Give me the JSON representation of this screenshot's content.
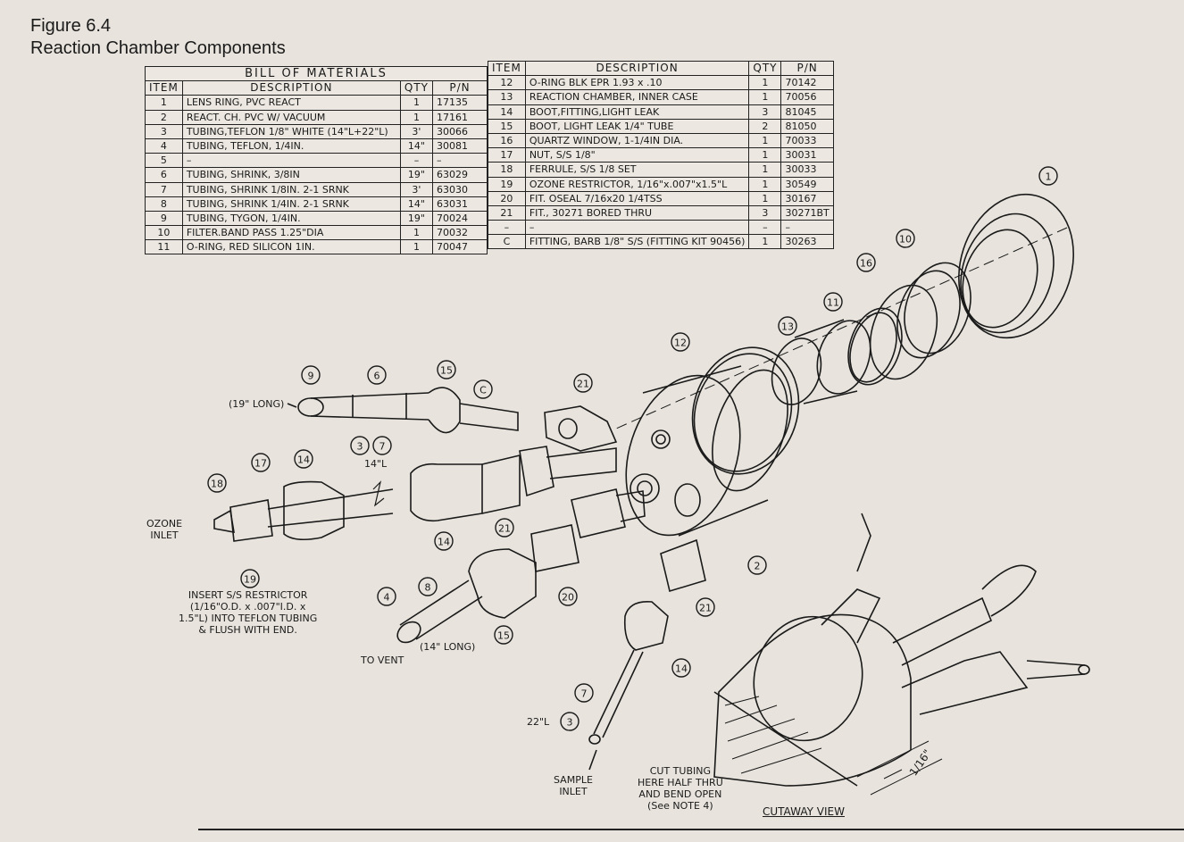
{
  "figure": {
    "number": "Figure 6.4",
    "title": "Reaction Chamber Components"
  },
  "bom_left": {
    "caption": "BILL OF MATERIALS",
    "headers": [
      "ITEM",
      "DESCRIPTION",
      "QTY",
      "P/N"
    ],
    "rows": [
      [
        "1",
        "LENS RING, PVC REACT",
        "1",
        "17135"
      ],
      [
        "2",
        "REACT. CH. PVC W/ VACUUM",
        "1",
        "17161"
      ],
      [
        "3",
        "TUBING,TEFLON 1/8\" WHITE (14\"L+22\"L)",
        "3'",
        "30066"
      ],
      [
        "4",
        "TUBING, TEFLON, 1/4IN.",
        "14\"",
        "30081"
      ],
      [
        "5",
        "–",
        "–",
        "–"
      ],
      [
        "6",
        "TUBING, SHRINK, 3/8IN",
        "19\"",
        "63029"
      ],
      [
        "7",
        "TUBING, SHRINK 1/8IN. 2-1 SRNK",
        "3'",
        "63030"
      ],
      [
        "8",
        "TUBING, SHRINK 1/4IN. 2-1 SRNK",
        "14\"",
        "63031"
      ],
      [
        "9",
        "TUBING, TYGON, 1/4IN.",
        "19\"",
        "70024"
      ],
      [
        "10",
        "FILTER.BAND PASS 1.25\"DIA",
        "1",
        "70032"
      ],
      [
        "11",
        "O-RING, RED SILICON 1IN.",
        "1",
        "70047"
      ]
    ]
  },
  "bom_right": {
    "headers": [
      "ITEM",
      "DESCRIPTION",
      "QTY",
      "P/N"
    ],
    "rows": [
      [
        "12",
        "O-RING BLK EPR 1.93 x .10",
        "1",
        "70142"
      ],
      [
        "13",
        "REACTION CHAMBER, INNER CASE",
        "1",
        "70056"
      ],
      [
        "14",
        "BOOT,FITTING,LIGHT LEAK",
        "3",
        "81045"
      ],
      [
        "15",
        "BOOT, LIGHT LEAK 1/4\" TUBE",
        "2",
        "81050"
      ],
      [
        "16",
        "QUARTZ WINDOW, 1-1/4IN DIA.",
        "1",
        "70033"
      ],
      [
        "17",
        "NUT, S/S 1/8\"",
        "1",
        "30031"
      ],
      [
        "18",
        "FERRULE, S/S 1/8 SET",
        "1",
        "30033"
      ],
      [
        "19",
        "OZONE RESTRICTOR, 1/16\"x.007\"x1.5\"L",
        "1",
        "30549"
      ],
      [
        "20",
        "FIT. OSEAL 7/16x20 1/4TSS",
        "1",
        "30167"
      ],
      [
        "21",
        "FIT., 30271 BORED THRU",
        "3",
        "30271BT"
      ],
      [
        "–",
        "–",
        "–",
        "–"
      ],
      [
        "C",
        "FITTING, BARB 1/8\" S/S (FITTING KIT 90456)",
        "1",
        "30263"
      ]
    ]
  },
  "callouts": {
    "bubbles": [
      "1",
      "10",
      "16",
      "11",
      "13",
      "12",
      "9",
      "6",
      "15",
      "C",
      "21",
      "3",
      "7",
      "17",
      "14",
      "18",
      "19",
      "14",
      "21",
      "2",
      "4",
      "8",
      "20",
      "15",
      "21",
      "14",
      "7",
      "3"
    ],
    "nineteen_long": "(19\" LONG)",
    "fourteen_l": "14\"L",
    "ozone_inlet": [
      "OZONE",
      "INLET"
    ],
    "insert_note": [
      "INSERT S/S RESTRICTOR",
      "(1/16\"O.D. x .007\"I.D. x",
      "1.5\"L) INTO TEFLON TUBING",
      "& FLUSH WITH END."
    ],
    "to_vent": "TO VENT",
    "fourteen_long": "(14\" LONG)",
    "twentytwo_l": "22\"L",
    "sample_inlet": [
      "SAMPLE",
      "INLET"
    ],
    "cut_note": [
      "CUT TUBING",
      "HERE HALF THRU",
      "AND BEND OPEN",
      "(See NOTE 4)"
    ],
    "cutaway": "CUTAWAY VIEW",
    "dim": "1/16\""
  }
}
